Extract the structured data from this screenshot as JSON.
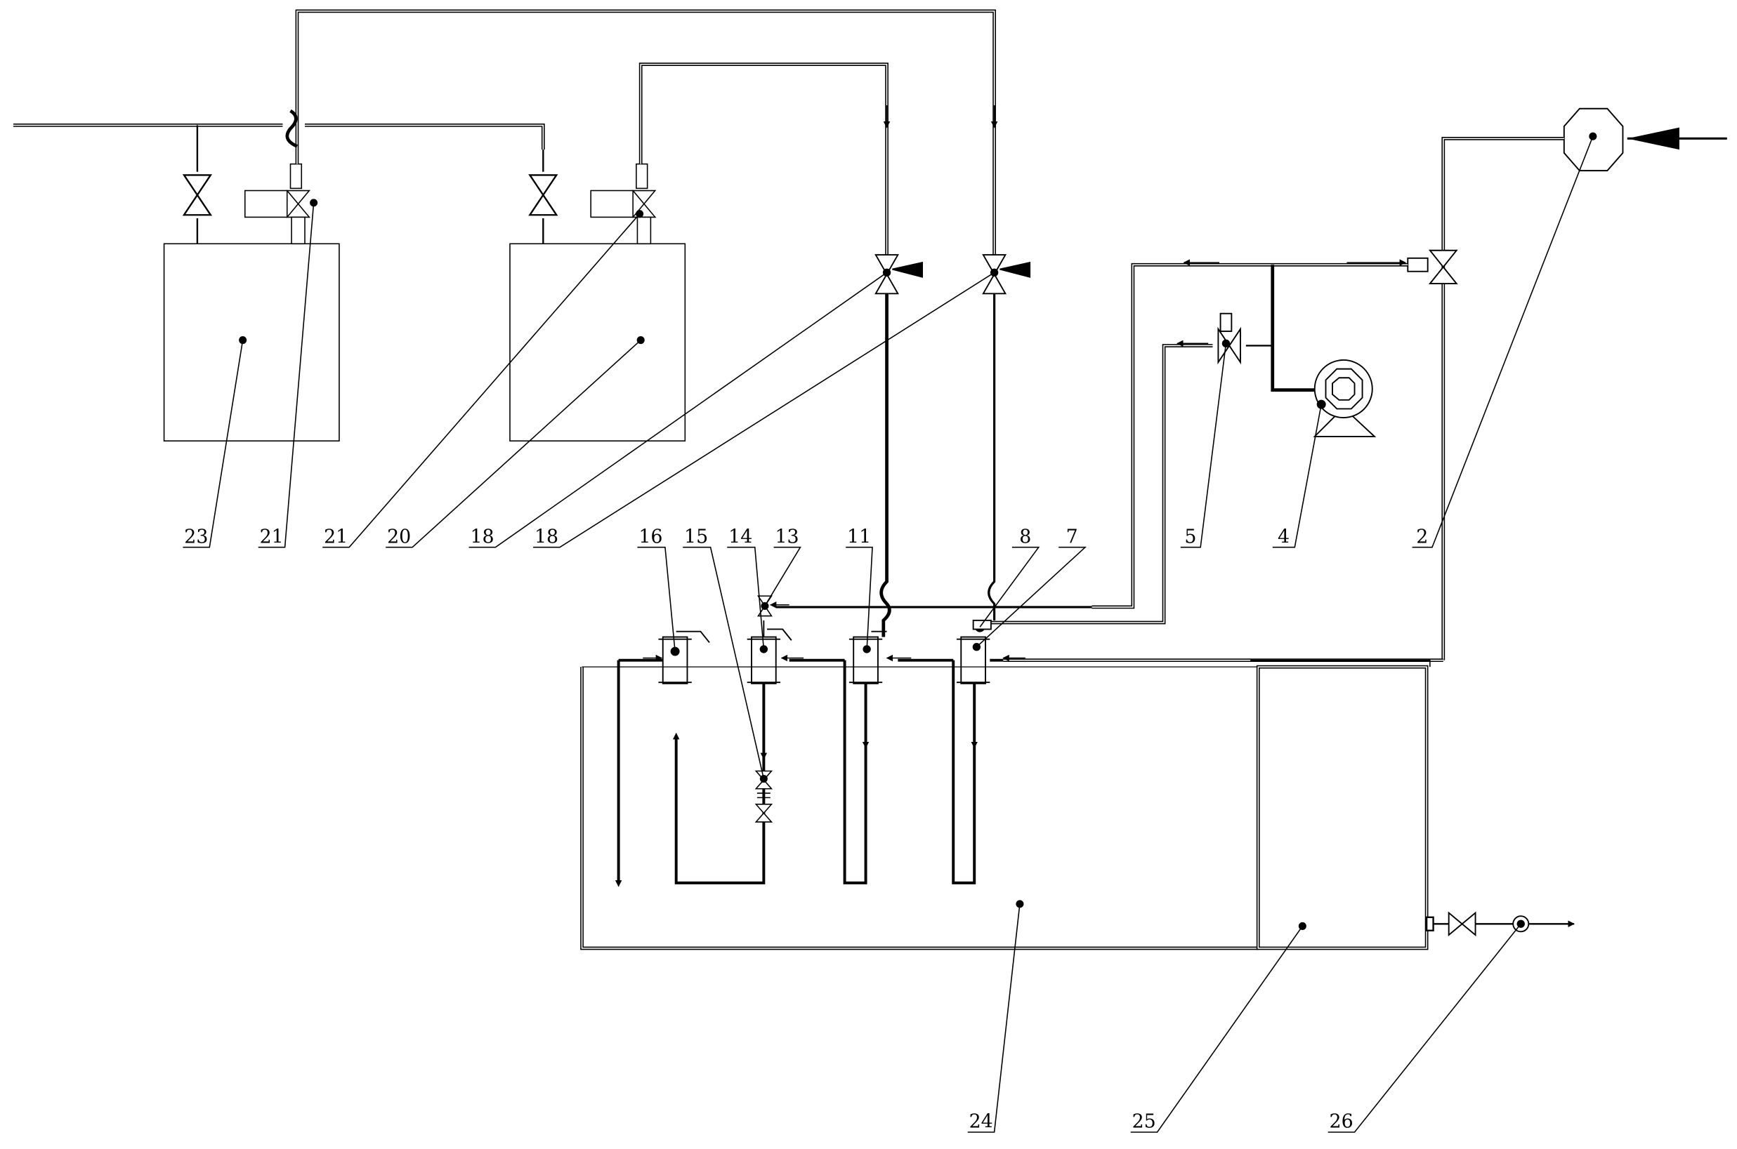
{
  "diagram": {
    "labels": {
      "l23": "23",
      "l21a": "21",
      "l21b": "21",
      "l20": "20",
      "l18a": "18",
      "l18b": "18",
      "l16": "16",
      "l15": "15",
      "l14": "14",
      "l13": "13",
      "l11": "11",
      "l8": "8",
      "l7": "7",
      "l5": "5",
      "l4": "4",
      "l2": "2",
      "l24": "24",
      "l25": "25",
      "l26": "26"
    }
  }
}
